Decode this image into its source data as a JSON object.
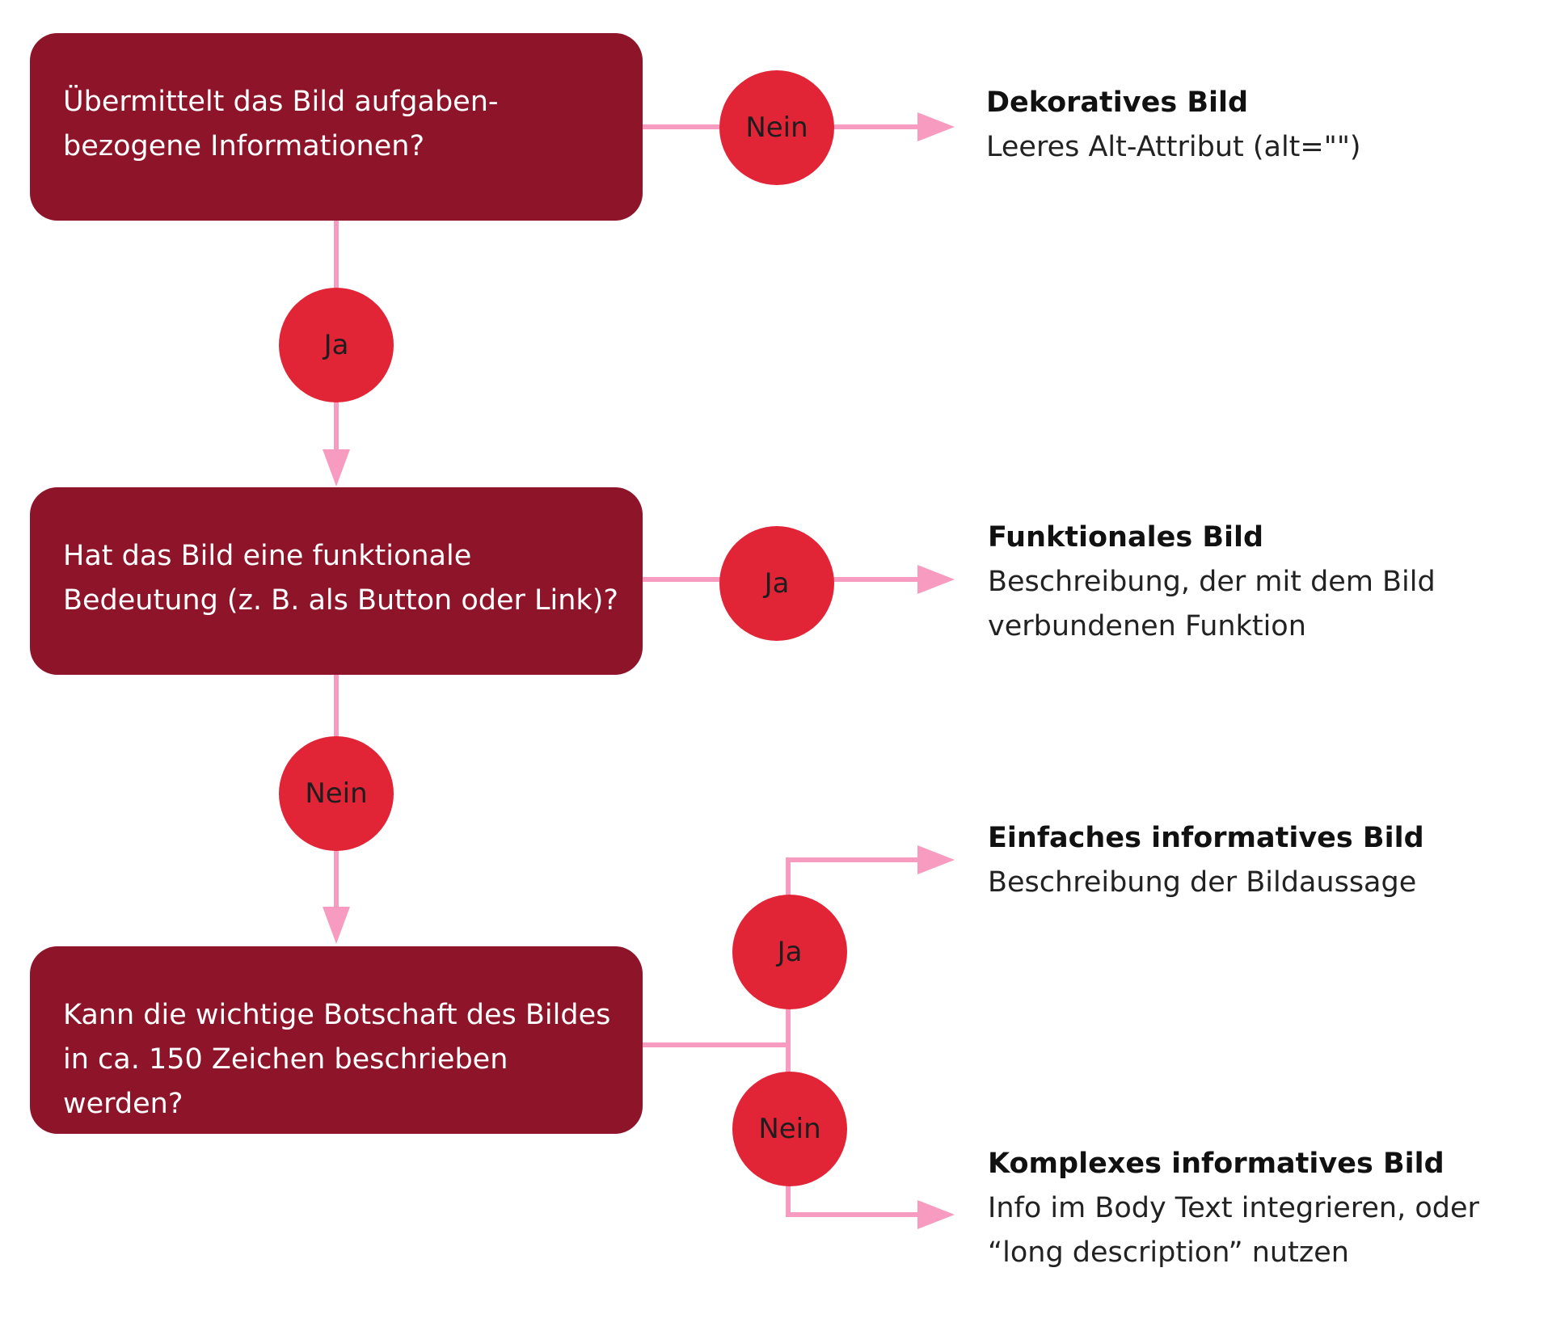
{
  "colors": {
    "box": "#8e1429",
    "circle": "#e22437",
    "connector": "#f79cc0",
    "text_dark": "#111111"
  },
  "questions": [
    {
      "text": "Übermittelt das Bild aufgaben-bezogene Informationen?"
    },
    {
      "text": "Hat das Bild eine funktionale Bedeutung (z. B. als Button oder Link)?"
    },
    {
      "text": "Kann die wichtige Botschaft des Bildes in ca. 150 Zeichen beschrieben werden?"
    }
  ],
  "decisions": {
    "q1_no": "Nein",
    "q1_yes": "Ja",
    "q2_yes": "Ja",
    "q2_no": "Nein",
    "q3_yes": "Ja",
    "q3_no": "Nein"
  },
  "outcomes": [
    {
      "title": "Dekoratives Bild",
      "description": "Leeres Alt-Attribut (alt=\"\")"
    },
    {
      "title": "Funktionales Bild",
      "description": "Beschreibung, der mit dem Bild verbundenen Funktion"
    },
    {
      "title": "Einfaches informatives Bild",
      "description": "Beschreibung der Bildaussage"
    },
    {
      "title": "Komplexes informatives Bild",
      "description": "Info im Body Text integrieren, oder “long description” nutzen"
    }
  ]
}
